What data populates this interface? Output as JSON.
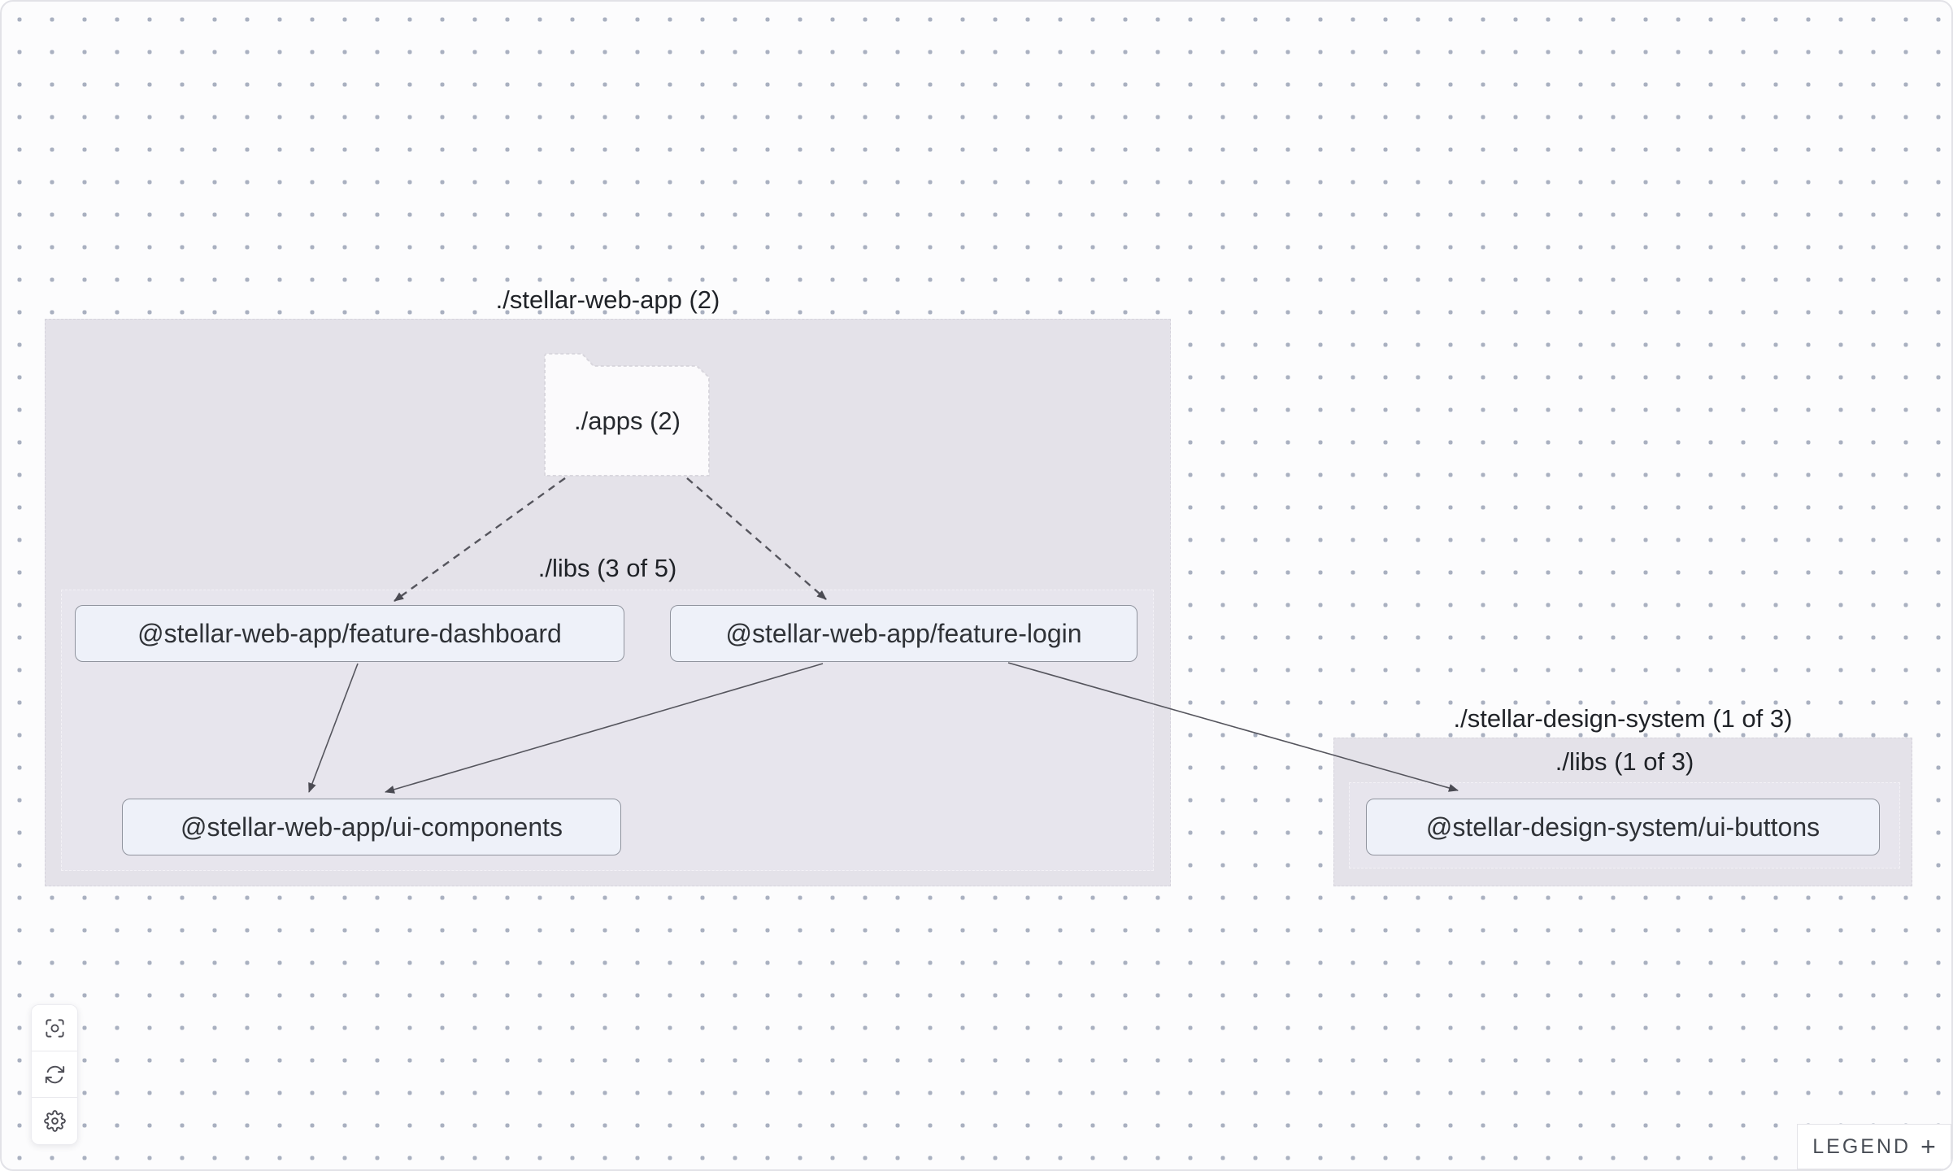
{
  "groups": {
    "web_app": {
      "label": "./stellar-web-app (2)"
    },
    "web_app_libs": {
      "label": "./libs (3 of 5)"
    },
    "design_system": {
      "label": "./stellar-design-system (1 of 3)"
    },
    "design_system_libs": {
      "label": "./libs (1 of 3)"
    }
  },
  "folder": {
    "label": "./apps (2)"
  },
  "nodes": [
    {
      "id": "feature-dashboard",
      "label": "@stellar-web-app/feature-dashboard"
    },
    {
      "id": "feature-login",
      "label": "@stellar-web-app/feature-login"
    },
    {
      "id": "ui-components",
      "label": "@stellar-web-app/ui-components"
    },
    {
      "id": "ui-buttons",
      "label": "@stellar-design-system/ui-buttons"
    }
  ],
  "edges": [
    {
      "from": "./apps",
      "to": "@stellar-web-app/feature-dashboard",
      "style": "dashed"
    },
    {
      "from": "./apps",
      "to": "@stellar-web-app/feature-login",
      "style": "dashed"
    },
    {
      "from": "@stellar-web-app/feature-dashboard",
      "to": "@stellar-web-app/ui-components",
      "style": "solid"
    },
    {
      "from": "@stellar-web-app/feature-login",
      "to": "@stellar-web-app/ui-components",
      "style": "solid"
    },
    {
      "from": "@stellar-web-app/feature-login",
      "to": "@stellar-design-system/ui-buttons",
      "style": "solid"
    }
  ],
  "toolbar": {
    "buttons": [
      {
        "icon": "focus-icon"
      },
      {
        "icon": "refresh-icon"
      },
      {
        "icon": "settings-icon"
      }
    ]
  },
  "legend": {
    "label": "LEGEND",
    "expand": "+"
  },
  "colors": {
    "canvas_bg": "#fcfcfd",
    "dot": "#a9b0c0",
    "group_fill": "#e4e2e9",
    "inner_group_fill": "#e7e5ed",
    "node_fill": "#eef1f9",
    "node_border": "#90949e",
    "edge": "#55555d",
    "folder_fill": "#fbfafc"
  }
}
